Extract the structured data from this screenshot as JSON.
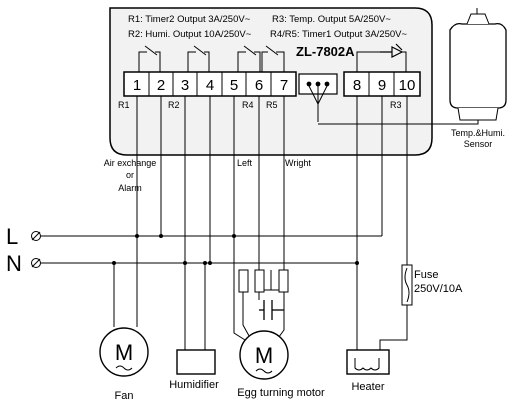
{
  "controller": {
    "model": "ZL-7802A",
    "specs": [
      "R1: Timer2  Output 3A/250V~",
      "R3: Temp. Output 5A/250V~",
      "R2: Humi.  Output 10A/250V~",
      "R4/R5: Timer1  Output 3A/250V~"
    ],
    "terminals": [
      "1",
      "2",
      "3",
      "4",
      "5",
      "6",
      "7",
      "8",
      "9",
      "10"
    ],
    "relay_labels": [
      "R1",
      "R2",
      "R4",
      "R5",
      "R3"
    ]
  },
  "sensor": {
    "label_line1": "Temp.&Humi.",
    "label_line2": "Sensor"
  },
  "mains": {
    "line": "L",
    "neutral": "N"
  },
  "channel_labels": {
    "air_exchange_line1": "Air exchange",
    "air_exchange_line2": "or",
    "air_exchange_line3": "Alarm",
    "left": "Left",
    "right": "Wright"
  },
  "fuse": {
    "label": "Fuse",
    "rating": "250V/10A"
  },
  "devices": {
    "fan": "Fan",
    "humidifier": "Humidifier",
    "egg_turning_motor": "Egg turning motor",
    "heater": "Heater",
    "motor_symbol": "M"
  },
  "icons": [
    "relay-contact-icon",
    "diode-icon",
    "motor-icon",
    "heater-coil-icon",
    "fuse-icon",
    "capacitor-icon",
    "terminal-screw-icon"
  ]
}
